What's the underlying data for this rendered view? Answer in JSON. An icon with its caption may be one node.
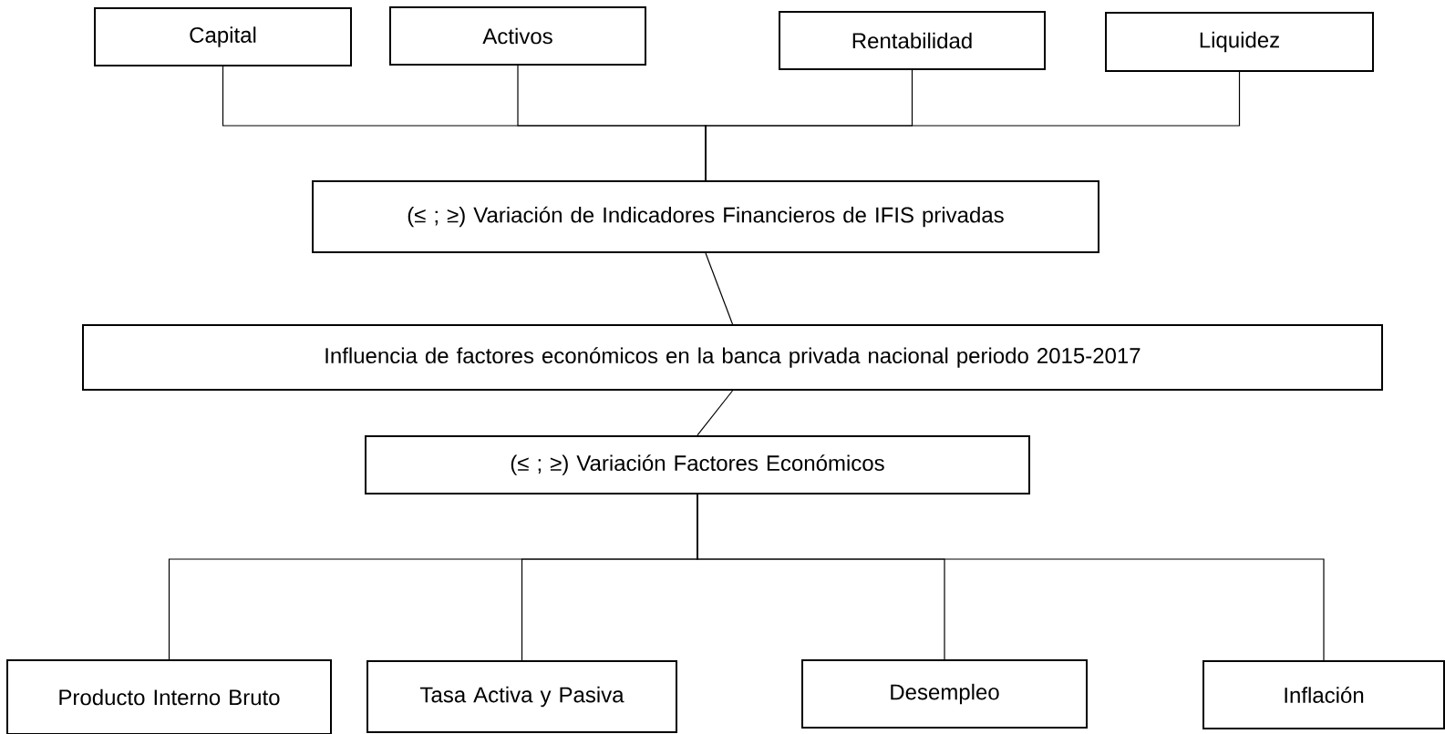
{
  "diagram": {
    "nodes": [
      {
        "text": [
          "Capital"
        ]
      },
      {
        "text": [
          "Activos"
        ]
      },
      {
        "text": [
          "Rentabilidad"
        ]
      },
      {
        "text": [
          "Liquidez"
        ]
      },
      {
        "text": [
          "(≤ ; ≥) Variación de Indicadores Financieros de IFIS privadas"
        ]
      },
      {
        "text": [
          "Influencia de factores económicos en la banca privada nacional periodo 2015-2017"
        ]
      },
      {
        "text": [
          "(≤ ; ≥) Variación Factores Económicos"
        ]
      },
      {
        "text": [
          "Producto Interno Bruto"
        ]
      },
      {
        "text": [
          "Tasa Activa y Pasiva"
        ]
      },
      {
        "text": [
          "Desempleo"
        ]
      },
      {
        "text": [
          "Inflación"
        ]
      }
    ],
    "edges": [
      {
        "from": 0,
        "to": 4,
        "arrow": "none"
      },
      {
        "from": 1,
        "to": 4,
        "arrow": "none"
      },
      {
        "from": 2,
        "to": 4,
        "arrow": "none"
      },
      {
        "from": 3,
        "to": 4,
        "arrow": "none"
      },
      {
        "from": 4,
        "to": 5,
        "arrow": "none"
      },
      {
        "from": 5,
        "to": 6,
        "arrow": "none"
      },
      {
        "from": 6,
        "to": 7,
        "arrow": "none"
      },
      {
        "from": 6,
        "to": 8,
        "arrow": "none"
      },
      {
        "from": 6,
        "to": 9,
        "arrow": "none"
      },
      {
        "from": 6,
        "to": 10,
        "arrow": "none"
      }
    ]
  }
}
